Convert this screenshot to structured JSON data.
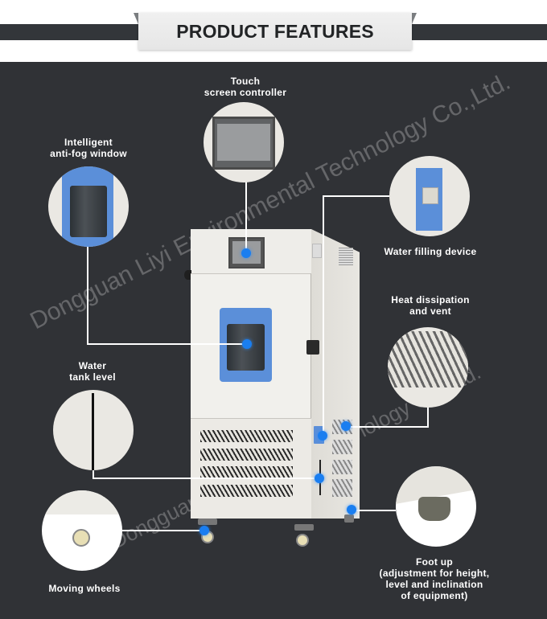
{
  "header": {
    "title": "PRODUCT FEATURES"
  },
  "watermark": {
    "text": "Dongguan Liyi Environmental Technology Co.,Ltd."
  },
  "features": [
    {
      "id": "touch-screen",
      "lines": [
        "Touch",
        "screen controller"
      ]
    },
    {
      "id": "anti-fog-window",
      "lines": [
        "Intelligent",
        "anti-fog window"
      ]
    },
    {
      "id": "water-filling",
      "lines": [
        "Water filling device"
      ]
    },
    {
      "id": "heat-vent",
      "lines": [
        "Heat dissipation",
        "and vent"
      ]
    },
    {
      "id": "water-tank",
      "lines": [
        "Water",
        "tank level"
      ]
    },
    {
      "id": "moving-wheels",
      "lines": [
        "Moving wheels"
      ]
    },
    {
      "id": "foot-up",
      "lines": [
        "Foot up",
        "(adjustment for height,",
        "level and inclination",
        "of equipment)"
      ]
    }
  ],
  "colors": {
    "panel_bg": "#303236",
    "accent_blue": "#1a7ef0",
    "window_blue": "#5b8fd9",
    "callout_circle": "#eae8e3"
  }
}
